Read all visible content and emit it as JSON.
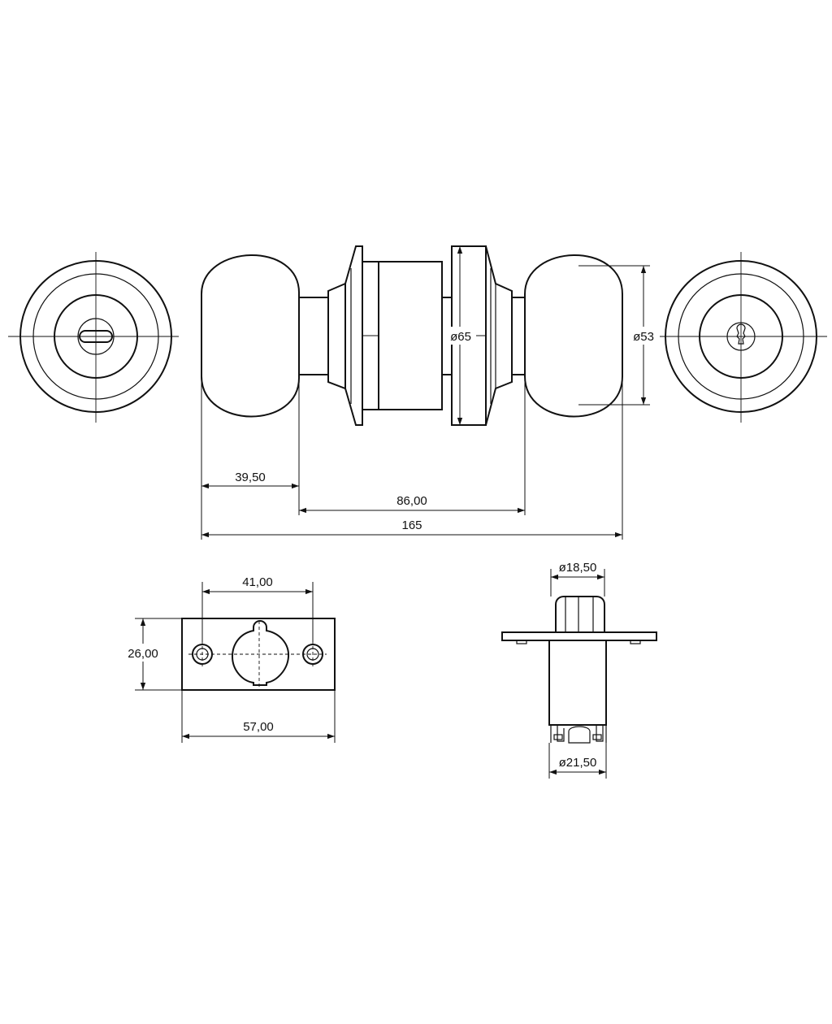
{
  "drawing": {
    "dimensions": {
      "knob_length": "39,50",
      "between_knobs": "86,00",
      "overall_length": "165",
      "rose_diameter": "ø65",
      "knob_diameter": "ø53",
      "plate_holes_spacing": "41,00",
      "plate_height": "26,00",
      "plate_width": "57,00",
      "latch_top_diameter": "ø18,50",
      "latch_body_diameter": "ø21,50"
    }
  }
}
